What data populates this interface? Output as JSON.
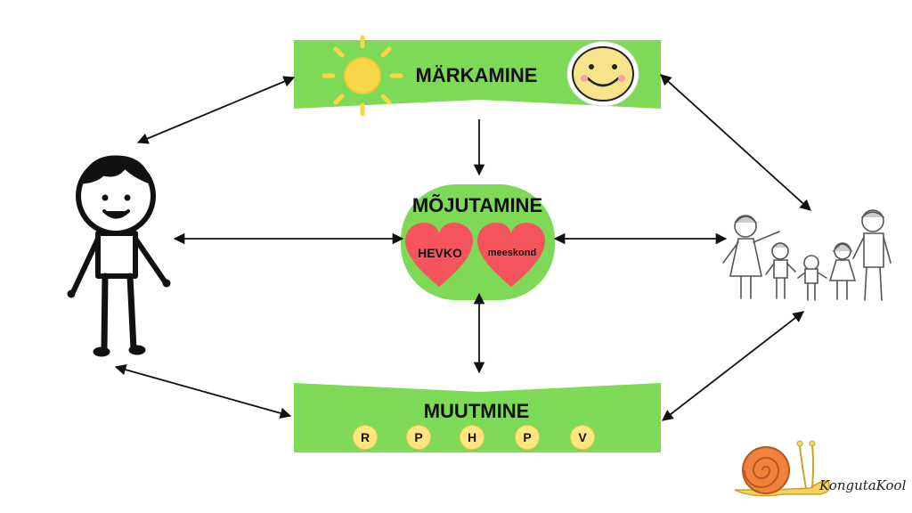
{
  "nodes": {
    "top": {
      "title": "MÄRKAMINE"
    },
    "center": {
      "title": "MÕJUTAMINE",
      "hearts": [
        "HEVKO",
        "meeskond"
      ]
    },
    "bottom": {
      "title": "MUUTMINE",
      "badges": [
        "R",
        "P",
        "H",
        "P",
        "V"
      ]
    }
  },
  "brand": {
    "text": "KongutaKool"
  },
  "icons": {
    "top_left": "sun-icon",
    "top_right": "smiley-face-icon",
    "left": "child-stick-figure-icon",
    "right": "family-stick-figures-icon",
    "logo": "snail-icon"
  },
  "colors": {
    "panel_green": "#7ed957",
    "heart_red": "#f4545a",
    "sun_yellow": "#f7d64a",
    "badge_yellow": "#ffe680",
    "arrow": "#111111"
  }
}
